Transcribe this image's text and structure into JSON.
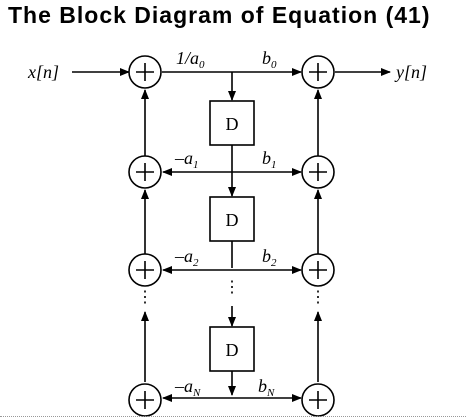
{
  "title": "The Block Diagram of Equation (41)",
  "input_label": {
    "main": "x[n]"
  },
  "output_label": {
    "main": "y[n]"
  },
  "delay_label": "D",
  "plus_symbol": "+",
  "continuation": "⋮",
  "coefficients": {
    "feedforward_input": {
      "main": "1/a",
      "sub": "0"
    },
    "b0": {
      "main": "b",
      "sub": "0"
    },
    "b1": {
      "main": "b",
      "sub": "1"
    },
    "b2": {
      "main": "b",
      "sub": "2"
    },
    "bN": {
      "main": "b",
      "sub": "N"
    },
    "a1": {
      "main": "–a",
      "sub": "1"
    },
    "a2": {
      "main": "–a",
      "sub": "2"
    },
    "aN": {
      "main": "–a",
      "sub": "N"
    }
  },
  "colors": {
    "stroke": "#000000",
    "background": "#ffffff"
  }
}
